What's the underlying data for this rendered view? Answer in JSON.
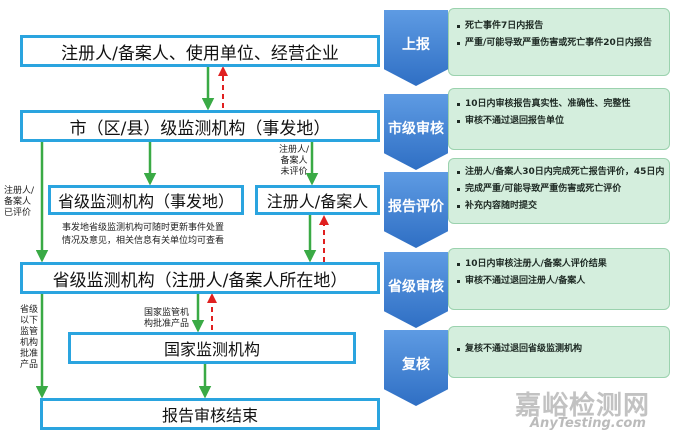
{
  "boxes": {
    "reporters": "注册人/备案人、使用单位、经营企业",
    "city_monitor": "市（区/县）级监测机构（事发地）",
    "prov_monitor_event": "省级监测机构（事发地）",
    "registrant": "注册人/备案人",
    "prov_monitor_registrant": "省级监测机构（注册人/备案人所在地）",
    "national_monitor": "国家监测机构",
    "end": "报告审核结束"
  },
  "labels": {
    "left_registrant_evaluated": [
      "注册人/",
      "备案人",
      "已评价"
    ],
    "registrant_not_evaluated": [
      "注册人/",
      "备案人",
      "未评价"
    ],
    "prov_event_note": [
      "事发地省级监测机构可随时更新事件处置",
      "情况及意见，相关信息有关单位均可查看"
    ],
    "national_approval": [
      "国家监管机",
      "构批准产品"
    ],
    "provincial_approval": [
      "省级",
      "以下",
      "监管",
      "机构",
      "批准",
      "产品"
    ]
  },
  "stages": [
    {
      "name": "上报",
      "notes": [
        "死亡事件7日内报告",
        "严重/可能导致严重伤害或死亡事件20日内报告"
      ]
    },
    {
      "name": "市级审核",
      "notes": [
        "10日内审核报告真实性、准确性、完整性",
        "审核不通过退回报告单位"
      ]
    },
    {
      "name": "报告评价",
      "notes": [
        "注册人/备案人30日内完成死亡报告评价，45日内",
        "完成严重/可能导致严重伤害或死亡评价",
        "补充内容随时提交"
      ]
    },
    {
      "name": "省级审核",
      "notes": [
        "10日内审核注册人/备案人评价结果",
        "审核不通过退回注册人/备案人"
      ]
    },
    {
      "name": "复核",
      "notes": [
        "复核不通过退回省级监测机构"
      ]
    }
  ],
  "watermark": {
    "cn": "嘉峪检测网",
    "en": "AnyTesting.com"
  },
  "colors": {
    "box_border": "#2aa4df",
    "arrow_green": "#3aaa45",
    "arrow_red": "#e02020",
    "stage_blue": "#2f6fc4",
    "note_green": "#d4eedd"
  }
}
